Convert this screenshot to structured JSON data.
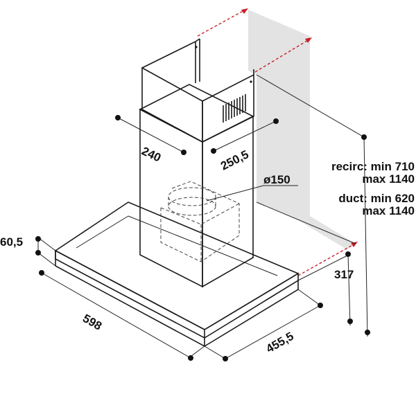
{
  "colors": {
    "outline": "#1a1a1a",
    "wall_shade": "#e3e3e3",
    "dimension_arrow": "#c8202a",
    "background": "#ffffff"
  },
  "labels": {
    "chimney_depth": "240",
    "chimney_width": "250,5",
    "outlet_diameter": "ø150",
    "recirc_line1": "recirc: min 710",
    "recirc_line2": "max 1140",
    "duct_line1": "duct: min 620",
    "duct_line2": "max 1140",
    "canopy_height": "60,5",
    "hood_width": "598",
    "hood_depth": "455,5",
    "wall_offset": "317"
  }
}
